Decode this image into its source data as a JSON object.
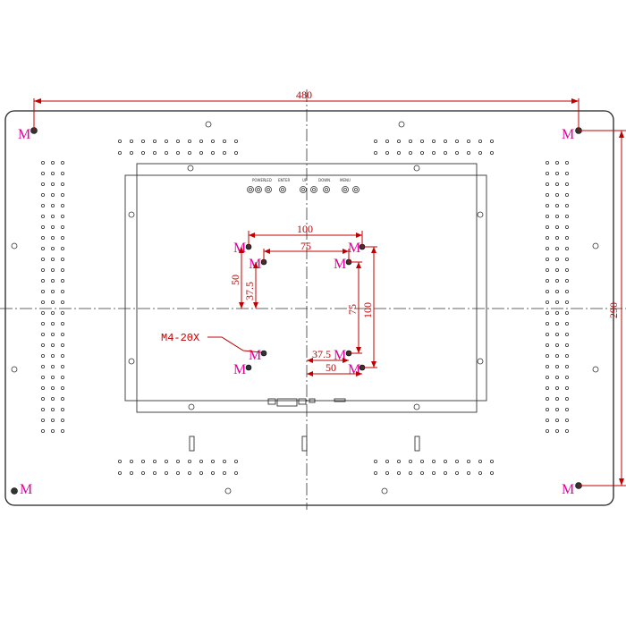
{
  "dimensions": {
    "overall_width": "480",
    "overall_height": "290",
    "vesa_outer_width": "100",
    "vesa_inner_width": "75",
    "vesa_outer_height": "100",
    "vesa_inner_height": "75",
    "left_offset_outer": "50",
    "left_offset_inner": "37.5",
    "bottom_offset_outer": "50",
    "bottom_offset_inner": "37.5"
  },
  "screw_callout": "M4-20X",
  "screw_marker": "M",
  "button_labels": [
    "POWER",
    "LED",
    "ENTER",
    "UP",
    "DOWN",
    "MENU"
  ],
  "colors": {
    "dimension": "#c00000",
    "screw_marker": "#e0009a",
    "outline": "#222222"
  }
}
